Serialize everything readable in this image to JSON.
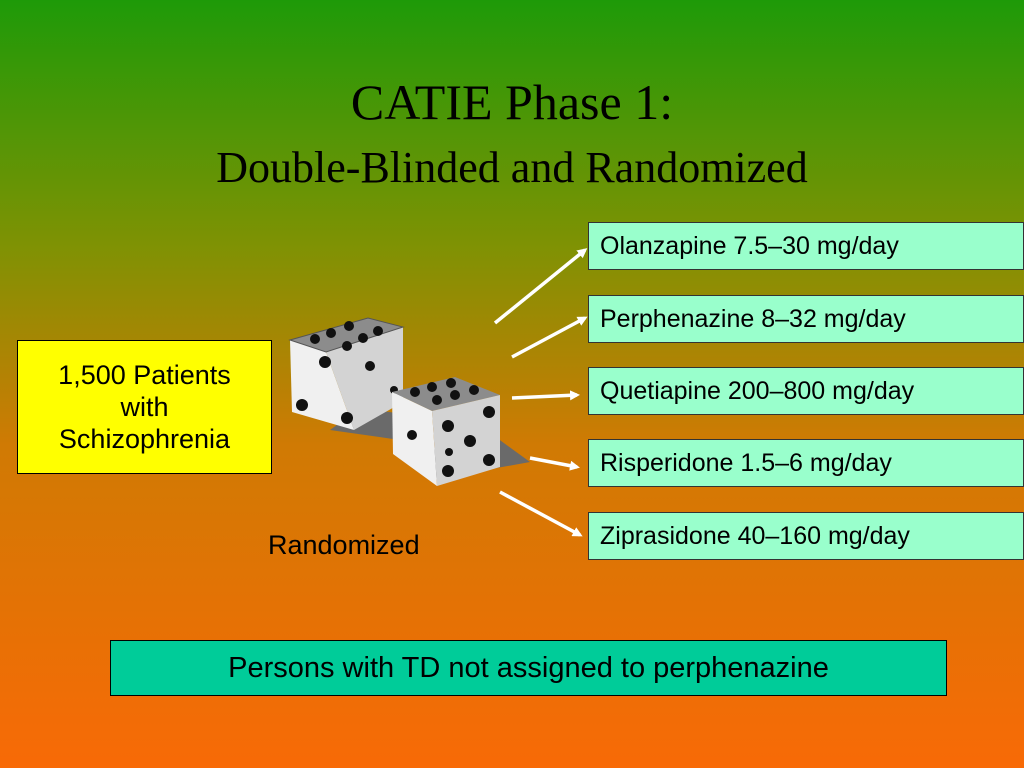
{
  "slide": {
    "title": "CATIE Phase 1:",
    "subtitle": "Double-Blinded and Randomized"
  },
  "patients": {
    "label": "1,500 Patients\nwith\nSchizophrenia"
  },
  "randomized_label": "Randomized",
  "arms": [
    {
      "label": "Olanzapine 7.5–30 mg/day"
    },
    {
      "label": "Perphenazine 8–32 mg/day"
    },
    {
      "label": "Quetiapine 200–800 mg/day"
    },
    {
      "label": "Risperidone 1.5–6 mg/day"
    },
    {
      "label": "Ziprasidone 40–160 mg/day"
    }
  ],
  "note": "Persons with TD not assigned to perphenazine",
  "colors": {
    "patients_box": "#ffff00",
    "arm_box": "#99ffcc",
    "note_box": "#00cc99",
    "arrow": "#ffffff"
  },
  "icons": [
    "dice-icon",
    "arrow-icon"
  ]
}
